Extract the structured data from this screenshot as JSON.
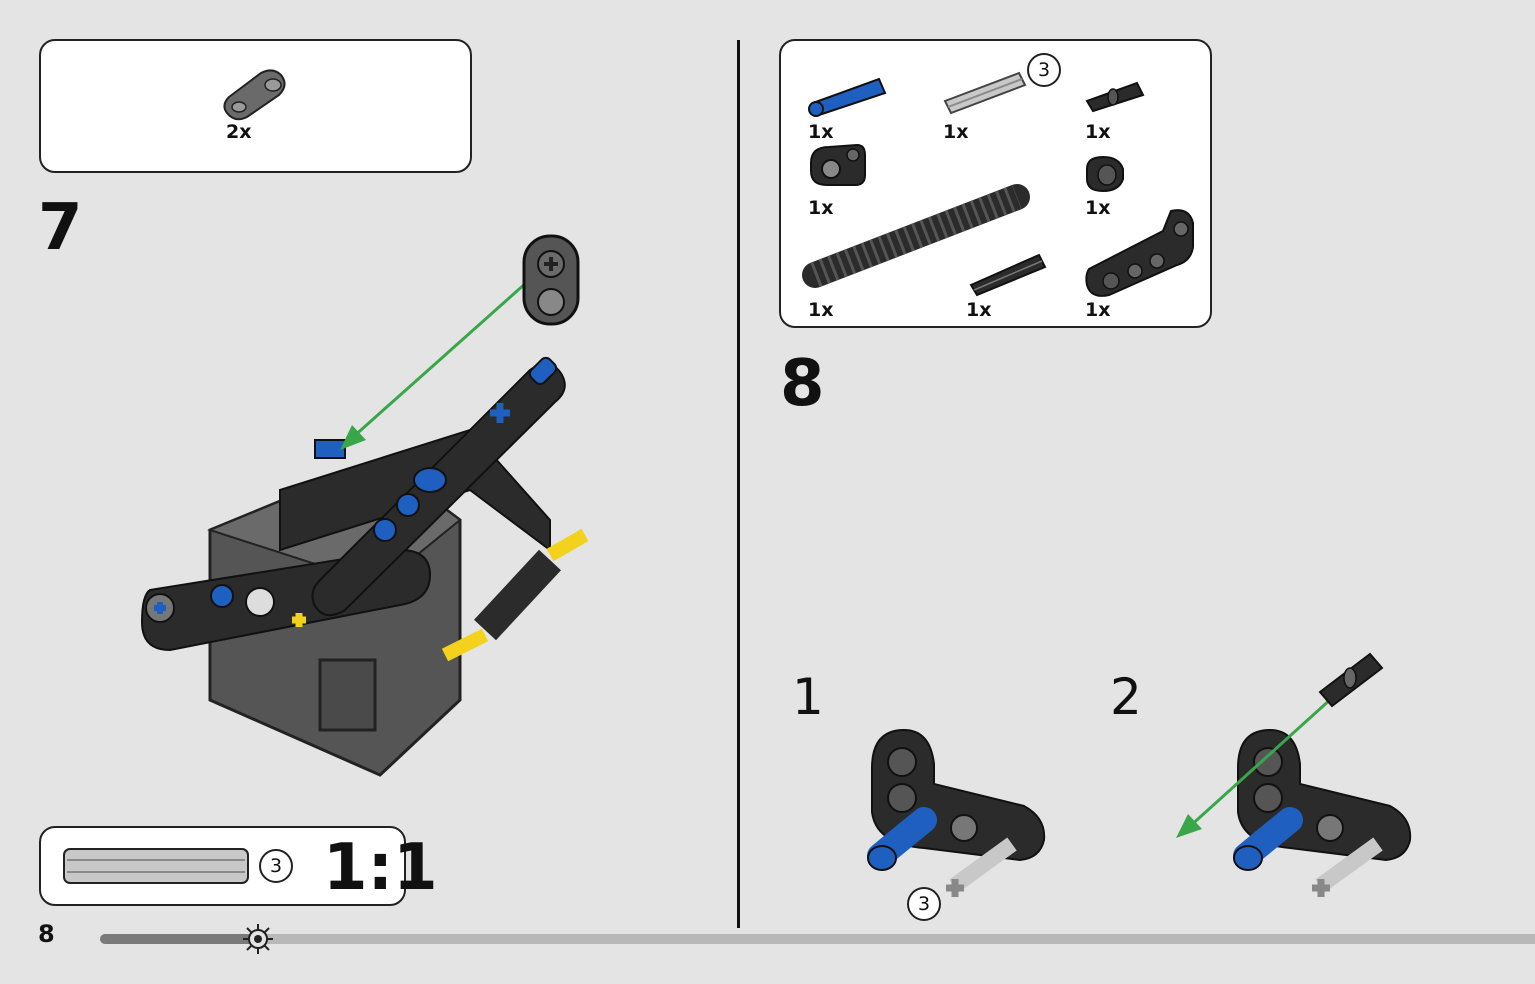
{
  "page": {
    "number": "8"
  },
  "progress": {
    "fraction": 0.11
  },
  "step7": {
    "number": "7",
    "parts": [
      {
        "qty": "2x",
        "icon": "liftarm-thick-1x2-icon"
      }
    ],
    "scale_box": {
      "callout": "3",
      "scale": "1:1",
      "icon": "axle-length-3-icon"
    }
  },
  "step8": {
    "number": "8",
    "parts": [
      {
        "qty": "1x",
        "icon": "blue-axle-pin-icon"
      },
      {
        "qty": "1x",
        "icon": "gray-axle-3-icon",
        "callout": "3"
      },
      {
        "qty": "1x",
        "icon": "black-friction-pin-icon"
      },
      {
        "qty": "1x",
        "icon": "cross-block-icon"
      },
      {
        "qty": "1x",
        "icon": "bush-icon"
      },
      {
        "qty": "1x",
        "icon": "worm-gear-axle-icon"
      },
      {
        "qty": "1x",
        "icon": "short-axle-icon"
      },
      {
        "qty": "1x",
        "icon": "l-beam-liftarm-icon"
      }
    ],
    "substeps": [
      {
        "number": "1",
        "callout": "3"
      },
      {
        "number": "2"
      }
    ]
  },
  "colors": {
    "blue": "#1e5fc0",
    "yellow": "#f2d21c",
    "arrow": "#3aa64a",
    "dark": "#2b2b2b",
    "gray": "#6a6a6a"
  }
}
